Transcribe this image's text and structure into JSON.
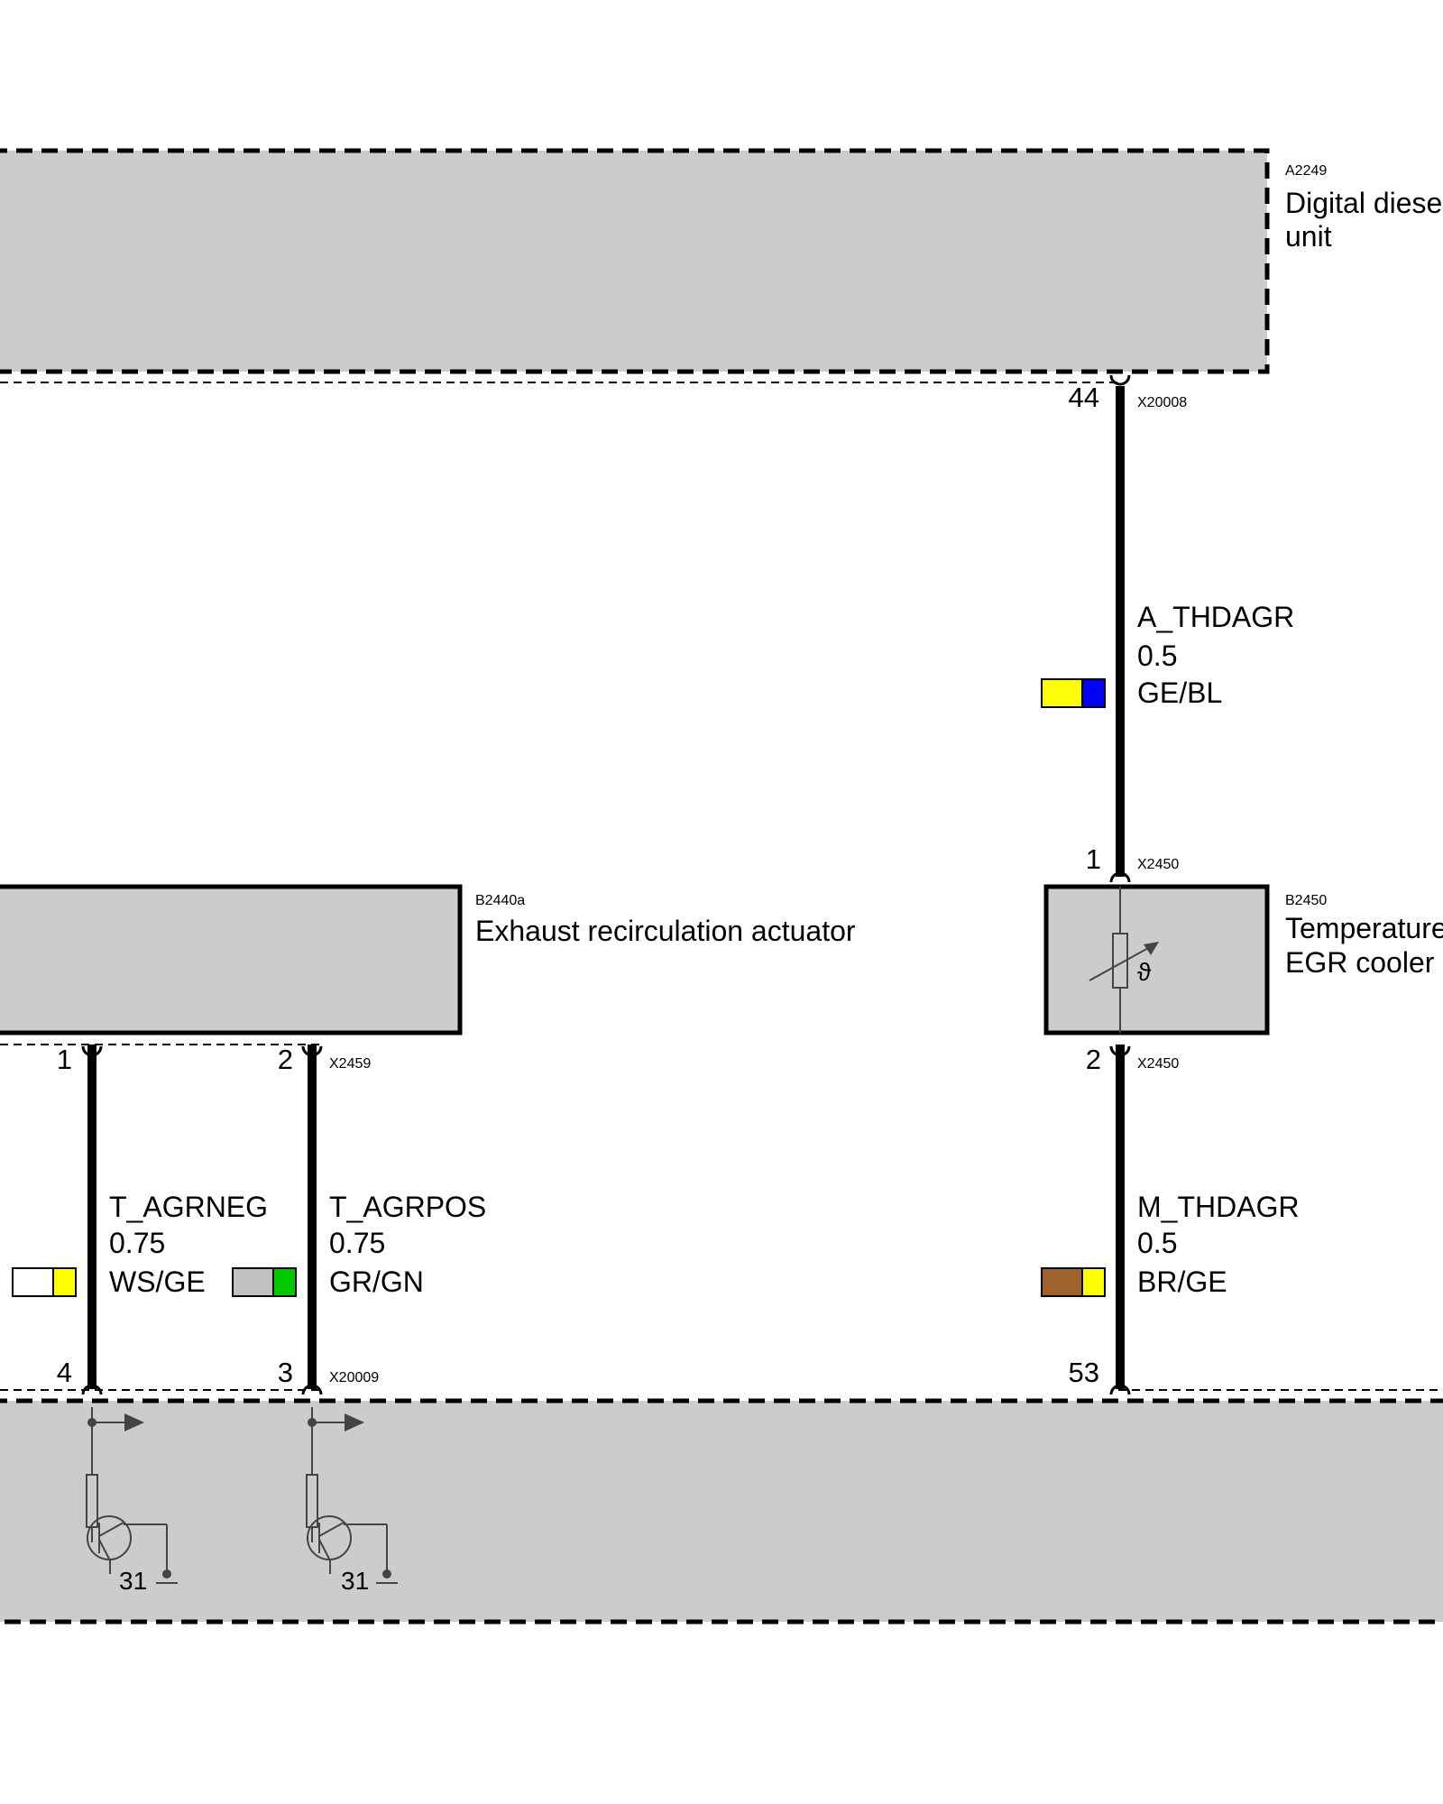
{
  "components": {
    "ecu": {
      "code": "A2249",
      "name_line1": "Digital diesel",
      "name_line2": "unit"
    },
    "actuator": {
      "code": "B2440a",
      "name": "Exhaust recirculation actuator"
    },
    "sensor": {
      "code": "B2450",
      "name_line1": "Temperature",
      "name_line2": "EGR cooler",
      "symbol": "ϑ"
    }
  },
  "connectors": {
    "ecu_top": "X20008",
    "sensor_top": "X2450",
    "sensor_bottom": "X2450",
    "actuator": "X2459",
    "ecu_bottom": "X20009"
  },
  "pins": {
    "ecu_top": "44",
    "sensor_top": "1",
    "sensor_bottom": "2",
    "actuator_left": "1",
    "actuator_right": "2",
    "ecu_bottom_left": "4",
    "ecu_bottom_right": "3",
    "ecu_bottom_sensor": "53"
  },
  "wires": [
    {
      "signal": "A_THDAGR",
      "size": "0.5",
      "color_code": "GE/BL",
      "swatch": [
        "#ffff00",
        "#0000ff"
      ]
    },
    {
      "signal": "T_AGRNEG",
      "size": "0.75",
      "color_code": "WS/GE",
      "swatch": [
        "#ffffff",
        "#ffff00"
      ]
    },
    {
      "signal": "T_AGRPOS",
      "size": "0.75",
      "color_code": "GR/GN",
      "swatch": [
        "#c0c0c0",
        "#00c800"
      ]
    },
    {
      "signal": "M_THDAGR",
      "size": "0.5",
      "color_code": "BR/GE",
      "swatch": [
        "#a0622d",
        "#ffff00"
      ]
    }
  ],
  "grounds": [
    "31",
    "31"
  ],
  "colors": {
    "box_fill": "#cccccc",
    "wire": "#000000",
    "symbol": "#444444"
  }
}
